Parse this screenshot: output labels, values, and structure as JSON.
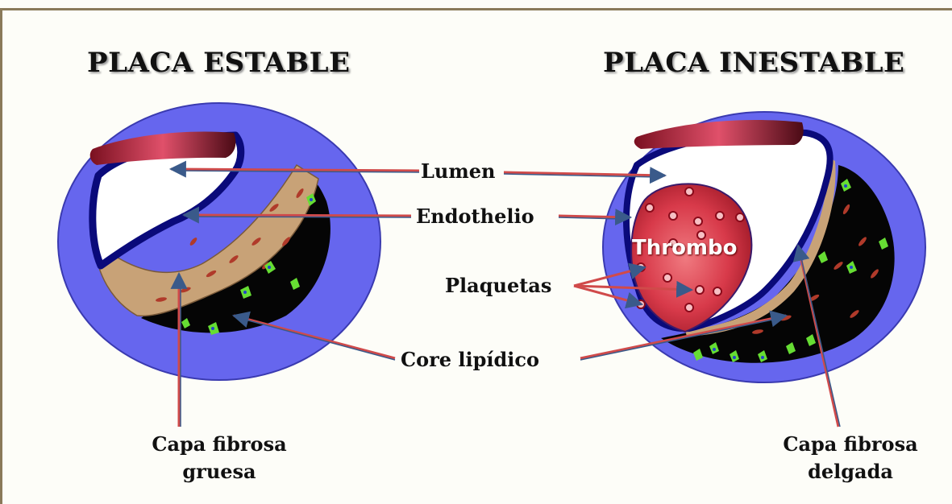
{
  "titles": {
    "left": "PLACA ESTABLE",
    "right": "PLACA INESTABLE"
  },
  "labels": {
    "lumen": "Lumen",
    "endothelio": "Endothelio",
    "plaquetas": "Plaquetas",
    "core": "Core lipídico",
    "thrombo": "Thrombo",
    "capa_gruesa_1": "Capa fibrosa",
    "capa_gruesa_2": "gruesa",
    "capa_delgada_1": "Capa fibrosa",
    "capa_delgada_2": "delgada"
  },
  "colors": {
    "outer_wall": "#6666ee",
    "endothelium": "#0a0a7a",
    "fibrous_cap": "#c8a277",
    "lipid_core": "#050505",
    "thrombus": "#d83a4a",
    "arrow_shaft_red": "#d04a4a",
    "arrow_shaft_blue": "#3a5a8a"
  }
}
